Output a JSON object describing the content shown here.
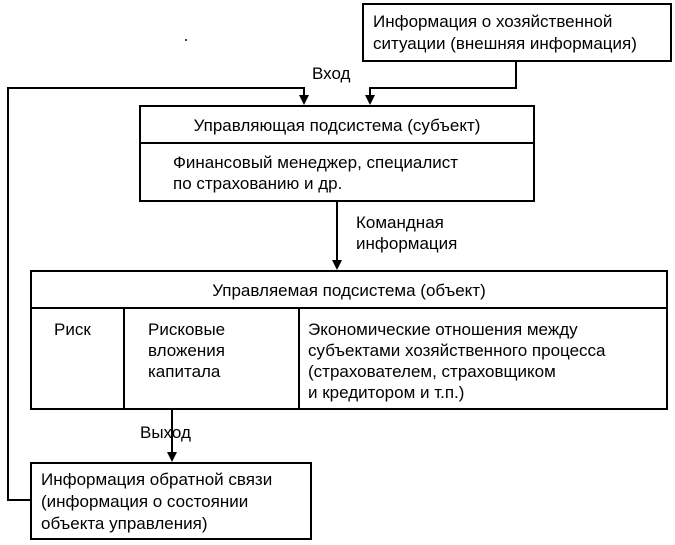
{
  "external_info": {
    "line1": "Информация о хозяйственной",
    "line2": "ситуации (внешняя информация)"
  },
  "input_label": "Вход",
  "managing_subsystem": {
    "title": "Управляющая подсистема (субъект)",
    "body_line1": "Финансовый менеджер, специалист",
    "body_line2": "по страхованию и др."
  },
  "command_info": {
    "line1": "Командная",
    "line2": "информация"
  },
  "managed_subsystem": {
    "title": "Управляемая подсистема (объект)",
    "col1": "Риск",
    "col2_line1": "Рисковые",
    "col2_line2": "вложения",
    "col2_line3": "капитала",
    "col3_line1": "Экономические отношения между",
    "col3_line2": "субъектами хозяйственного процесса",
    "col3_line3": "(страхователем, страховщиком",
    "col3_line4": "и кредитором и т.п.)"
  },
  "output_label": "Выход",
  "feedback_info": {
    "line1": "Информация обратной связи",
    "line2": "(информация о состоянии",
    "line3": "объекта управления)"
  }
}
